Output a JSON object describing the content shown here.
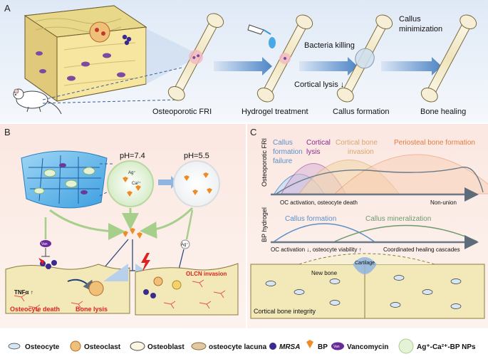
{
  "panel_a": {
    "letter": "A",
    "stage_labels": [
      "Osteoporotic FRI",
      "Hydrogel treatment",
      "Callus formation",
      "Bone healing"
    ],
    "arrow_labels": {
      "bacteria": "Bacteria killing",
      "cortical": "Cortical lysis ↓",
      "callus_1": "Callus",
      "callus_2": "minimization"
    }
  },
  "panel_b": {
    "letter": "B",
    "ph_left": "pH=7.4",
    "ph_right": "pH=5.5",
    "ag_ion": "Ag⁺",
    "ca_ion": "Ca²⁺",
    "van": "Van",
    "tnf": "TNFα ↑",
    "osteocyte_death": "Osteocyte death",
    "bone_lysis": "Bone lysis",
    "olcn": "OLCN invasion"
  },
  "panel_c": {
    "letter": "C",
    "ylabel_top": "Osteoporotic FRI",
    "ylabel_bottom": "BP hydrogel",
    "callus_1": "Callus",
    "callus_2": "formation",
    "callus_3": "failure",
    "cortical_1": "Cortical",
    "cortical_2": "lysis",
    "invasion_1": "Cortical bone",
    "invasion_2": "invasion",
    "periosteal": "Periosteal bone formation",
    "oc_activation": "OC activation, osteocyte death",
    "non_union": "Non-union",
    "callus_formation": "Callus formation",
    "callus_mineral": "Callus mineralization",
    "oc_down": "OC activation ↓, osteocyte viability ↑",
    "coordinated": "Coordinated healing cascades",
    "new_bone": "New bone",
    "cartilage": "Cartilage",
    "integrity": "Cortical bone integrity"
  },
  "legend": [
    "Osteocyte",
    "Osteoclast",
    "Osteoblast",
    "osteocyte lacuna",
    "MRSA",
    "BP",
    "Vancomycin",
    "Ag⁺-Ca²⁺-BP NPs"
  ],
  "colors": {
    "arrow_blue": "#5b8fc9",
    "callus_blue": "#5b8fc9",
    "cortical_purple": "#8b2a8f",
    "invasion_tan": "#d7a76b",
    "periosteal_orange": "#e37b3f",
    "mineral_green": "#6d9a6d",
    "alert_red": "#e02020",
    "bp_orange": "#f08a24"
  }
}
